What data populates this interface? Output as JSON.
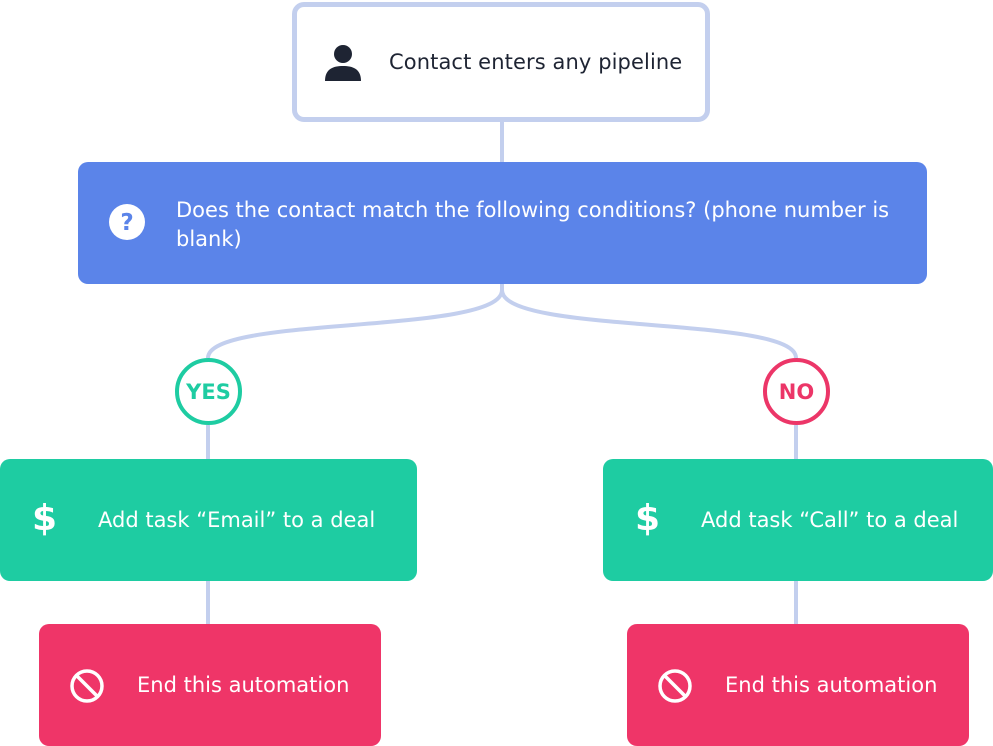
{
  "trigger": {
    "icon": "person-icon",
    "label": "Contact enters any pipeline"
  },
  "condition": {
    "icon": "question-mark-icon",
    "label": "Does the contact match the following conditions? (phone number is blank)"
  },
  "branches": {
    "yes": {
      "badge": "YES",
      "action": {
        "icon": "$",
        "icon_name": "dollar-icon",
        "label": "Add task “Email” to a deal"
      },
      "end": {
        "icon": "ban-icon",
        "label": "End this automation"
      }
    },
    "no": {
      "badge": "NO",
      "action": {
        "icon": "$",
        "icon_name": "dollar-icon",
        "label": "Add task “Call” to a deal"
      },
      "end": {
        "icon": "ban-icon",
        "label": "End this automation"
      }
    }
  },
  "colors": {
    "trigger_border": "#c3cfee",
    "condition": "#5b84e9",
    "yes": "#1ecca2",
    "no": "#ec3668",
    "action": "#1ecca2",
    "end": "#ef3568",
    "connector": "#c3cfee"
  }
}
